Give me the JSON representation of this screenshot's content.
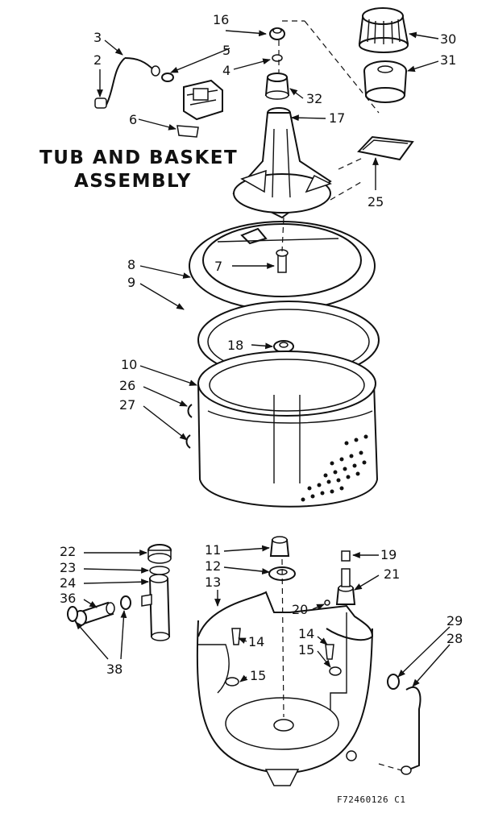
{
  "title": {
    "line1": "TUB AND BASKET",
    "line2": "ASSEMBLY"
  },
  "drawing_code": "F72460126 C1",
  "callouts": {
    "c2": "2",
    "c3": "3",
    "c4": "4",
    "c5": "5",
    "c6": "6",
    "c7": "7",
    "c8": "8",
    "c9": "9",
    "c10": "10",
    "c11": "11",
    "c12": "12",
    "c13": "13",
    "c14a": "14",
    "c14b": "14",
    "c15a": "15",
    "c15b": "15",
    "c16": "16",
    "c17": "17",
    "c18": "18",
    "c19": "19",
    "c20": "20",
    "c21": "21",
    "c22": "22",
    "c23": "23",
    "c24": "24",
    "c25": "25",
    "c26": "26",
    "c27": "27",
    "c28": "28",
    "c29": "29",
    "c30": "30",
    "c31": "31",
    "c32": "32",
    "c36": "36",
    "c38": "38"
  }
}
